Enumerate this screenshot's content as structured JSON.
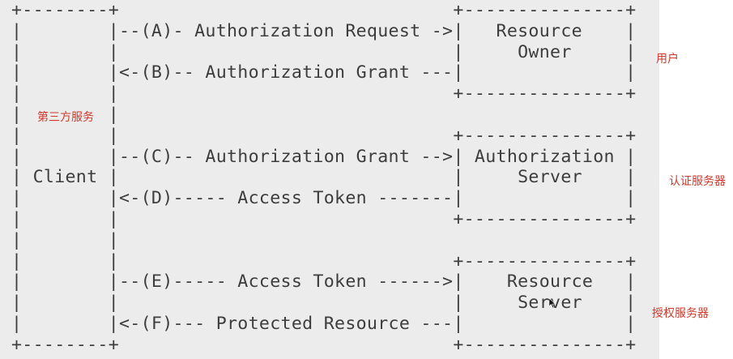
{
  "diagram": {
    "lines": [
      "+--------+                               +---------------+",
      "|        |--(A)- Authorization Request ->|   Resource    |",
      "|        |                               |     Owner     |",
      "|        |<-(B)-- Authorization Grant ---|               |",
      "|        |                               +---------------+",
      "|        |",
      "|        |                               +---------------+",
      "|        |--(C)-- Authorization Grant -->| Authorization |",
      "| Client |                               |     Server    |",
      "|        |<-(D)----- Access Token -------|               |",
      "|        |                               +---------------+",
      "|        |",
      "|        |                               +---------------+",
      "|        |--(E)----- Access Token ------>|    Resource   |",
      "|        |                               |     Server    |",
      "|        |<-(F)--- Protected Resource ---|               |",
      "+--------+                               +---------------+"
    ]
  },
  "annotations": {
    "client": "第三方服务",
    "resource_owner": "用户",
    "authorization_server": "认证服务器",
    "resource_server": "授权服务器"
  },
  "colors": {
    "annotation": "#d0392b",
    "ascii_text": "#3d3d3d",
    "panel_background": "#ececec"
  }
}
